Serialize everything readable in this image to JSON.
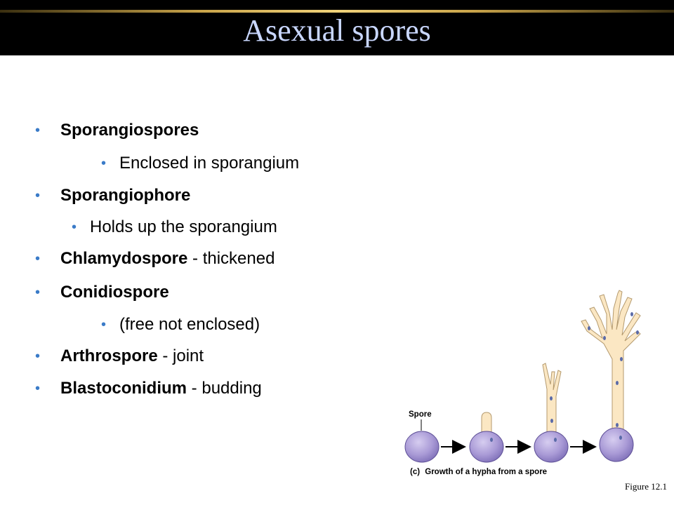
{
  "slide": {
    "title": "Asexual spores",
    "bullets": [
      {
        "bold": "Sporangiospores",
        "rest": "",
        "level": 1
      },
      {
        "bold": "",
        "rest": "Enclosed in sporangium",
        "level": 2
      },
      {
        "bold": "Sporangiophore",
        "rest": "",
        "level": 1
      },
      {
        "bold": "",
        "rest": "Holds up the sporangium",
        "level": 2
      },
      {
        "bold": "Chlamydospore",
        "rest": " - thickened",
        "level": 1
      },
      {
        "bold": "Conidiospore",
        "rest": "",
        "level": 1
      },
      {
        "bold": "",
        "rest": "(free not enclosed)",
        "level": 2
      },
      {
        "bold": "Arthrospore",
        "rest": " - joint",
        "level": 1
      },
      {
        "bold": "Blastoconidium",
        "rest": " - budding",
        "level": 1
      }
    ],
    "figure_caption": "Figure 12.1"
  },
  "diagram": {
    "spore_label": "Spore",
    "caption_letter": "(c)",
    "caption_text": "Growth of a hypha from a spore"
  },
  "colors": {
    "title_text": "#c9d7ff",
    "bullet_dot": "#3a7bc8",
    "spore_fill": "#a99ad6",
    "hypha_fill": "#fbe7c3",
    "nucleus": "#5a6aa8"
  }
}
